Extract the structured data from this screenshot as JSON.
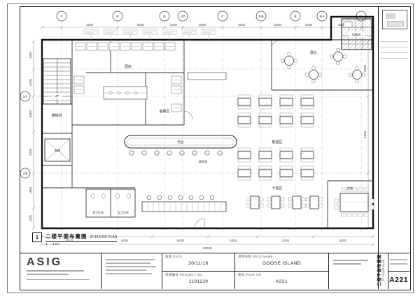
{
  "sheet": {
    "view_number": "1",
    "title_cn": "二楼平面布置图",
    "title_en": "2F FLOOR PLAN",
    "scale": "1 : 100",
    "sheet_no": "A221"
  },
  "title_block": {
    "logo_text": "ASIG",
    "fields": [
      {
        "label": "日期 DATE",
        "value": "20/11/16"
      },
      {
        "label": "项目编号 PROJECT NO.",
        "value": "1101129"
      },
      {
        "label": "项目名称 PROJ NAME",
        "value": "GOOSE ISLAND"
      },
      {
        "label": "图号 PAGE NO",
        "value": "A221"
      }
    ]
  },
  "plan": {
    "grid_top": [
      "F",
      "E",
      "D",
      "1/D",
      "C",
      "1/B",
      "B",
      "1/A",
      "A"
    ],
    "grid_left": [
      "1/7",
      "1/6"
    ],
    "dims_top": [
      "4300",
      "6600",
      "2400",
      "3600",
      "4500",
      "2000",
      "2400",
      "3005"
    ],
    "dims_bottom": [
      "4910",
      "4600",
      "6400",
      "3405",
      "2405",
      "5000"
    ],
    "dims_bottom_total": "34005",
    "dims_left": [
      "1500",
      "4200",
      "6600",
      "2400",
      "1960",
      "1100"
    ],
    "dims_right": [
      "2700",
      "8400",
      "5400"
    ],
    "rooms": [
      "楼梯间",
      "电梯",
      "厨房",
      "备餐区",
      "吧台",
      "散座区",
      "卡座区",
      "包房",
      "男卫生间",
      "女卫生间",
      "露台",
      "设备间",
      "收银台"
    ],
    "labels": {
      "up": "UP"
    }
  }
}
